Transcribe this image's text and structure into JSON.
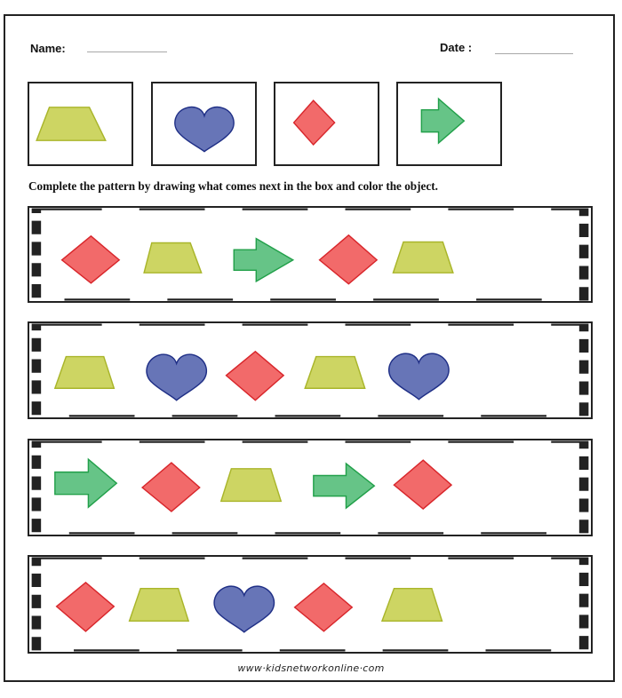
{
  "header": {
    "name_label": "Name:",
    "date_label": "Date :"
  },
  "key_shapes": [
    {
      "shape": "trapezoid-icon"
    },
    {
      "shape": "heart-icon"
    },
    {
      "shape": "diamond-icon"
    },
    {
      "shape": "arrow-right-icon"
    }
  ],
  "instructions": "Complete the pattern by drawing what comes next in the box and color the object.",
  "rows": [
    {
      "sequence": [
        "diamond",
        "trapezoid",
        "arrow",
        "diamond",
        "trapezoid"
      ],
      "answer": ""
    },
    {
      "sequence": [
        "trapezoid",
        "heart",
        "diamond",
        "trapezoid",
        "heart"
      ],
      "answer": ""
    },
    {
      "sequence": [
        "arrow",
        "diamond",
        "trapezoid",
        "arrow",
        "diamond"
      ],
      "answer": ""
    },
    {
      "sequence": [
        "diamond",
        "trapezoid",
        "heart",
        "diamond",
        "trapezoid"
      ],
      "answer": ""
    }
  ],
  "colors": {
    "trapezoid_fill": "#cdd563",
    "trapezoid_stroke": "#a9b52a",
    "heart_fill": "#6775b7",
    "heart_stroke": "#1f2f86",
    "diamond_fill": "#f26a6a",
    "diamond_stroke": "#d8262b",
    "arrow_fill": "#66c487",
    "arrow_stroke": "#22a04a"
  },
  "footer": {
    "website": "www·kidsnetworkonline·com"
  }
}
